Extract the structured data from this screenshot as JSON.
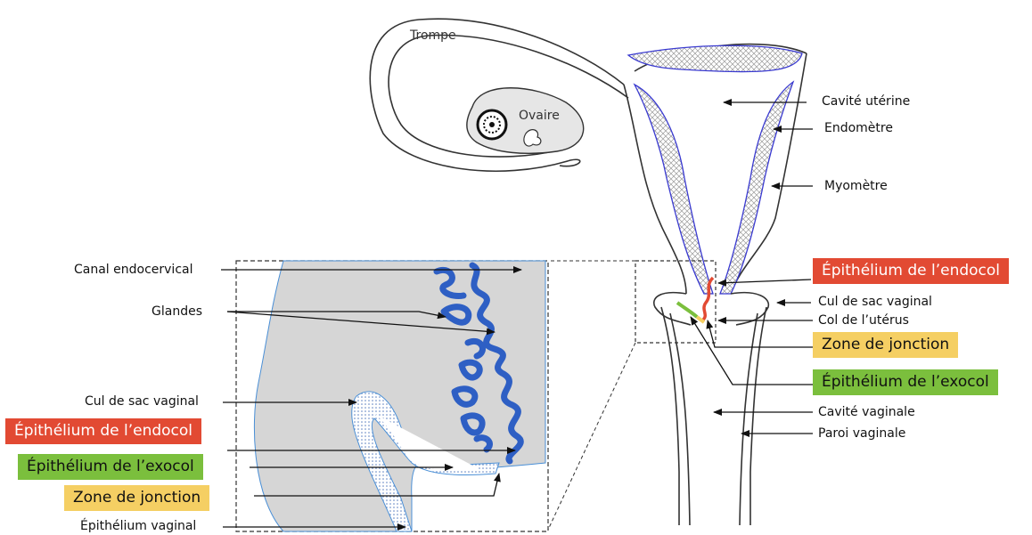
{
  "diagram": {
    "organ_labels": {
      "trompe": "Trompe",
      "ovaire": "Ovaire"
    },
    "right_labels": {
      "cavite_uterine": "Cavité utérine",
      "endometre": "Endomètre",
      "myometre": "Myomètre",
      "epithelium_endocol": "Épithélium de l’endocol",
      "cul_de_sac": "Cul de sac vaginal",
      "col_uterus": "Col de l’utérus",
      "zone_jonction": "Zone de jonction",
      "epithelium_exocol": "Épithélium de l’exocol",
      "cavite_vaginale": "Cavité vaginale",
      "paroi_vaginale": "Paroi vaginale"
    },
    "left_labels": {
      "canal_endocervical": "Canal endocervical",
      "glandes": "Glandes",
      "cul_de_sac": "Cul de sac vaginal",
      "epithelium_endocol": "Épithélium de l’endocol",
      "epithelium_exocol": "Épithélium de l’exocol",
      "zone_jonction": "Zone de jonction",
      "epithelium_vaginal": "Épithélium vaginal"
    },
    "colors": {
      "endocol": "#e24a33",
      "exocol": "#7bbf3d",
      "jonction": "#f5cf63",
      "glands": "#2e5fc4",
      "endometrium_line": "#3a3ad0",
      "stroma": "#d6d6d6"
    }
  }
}
